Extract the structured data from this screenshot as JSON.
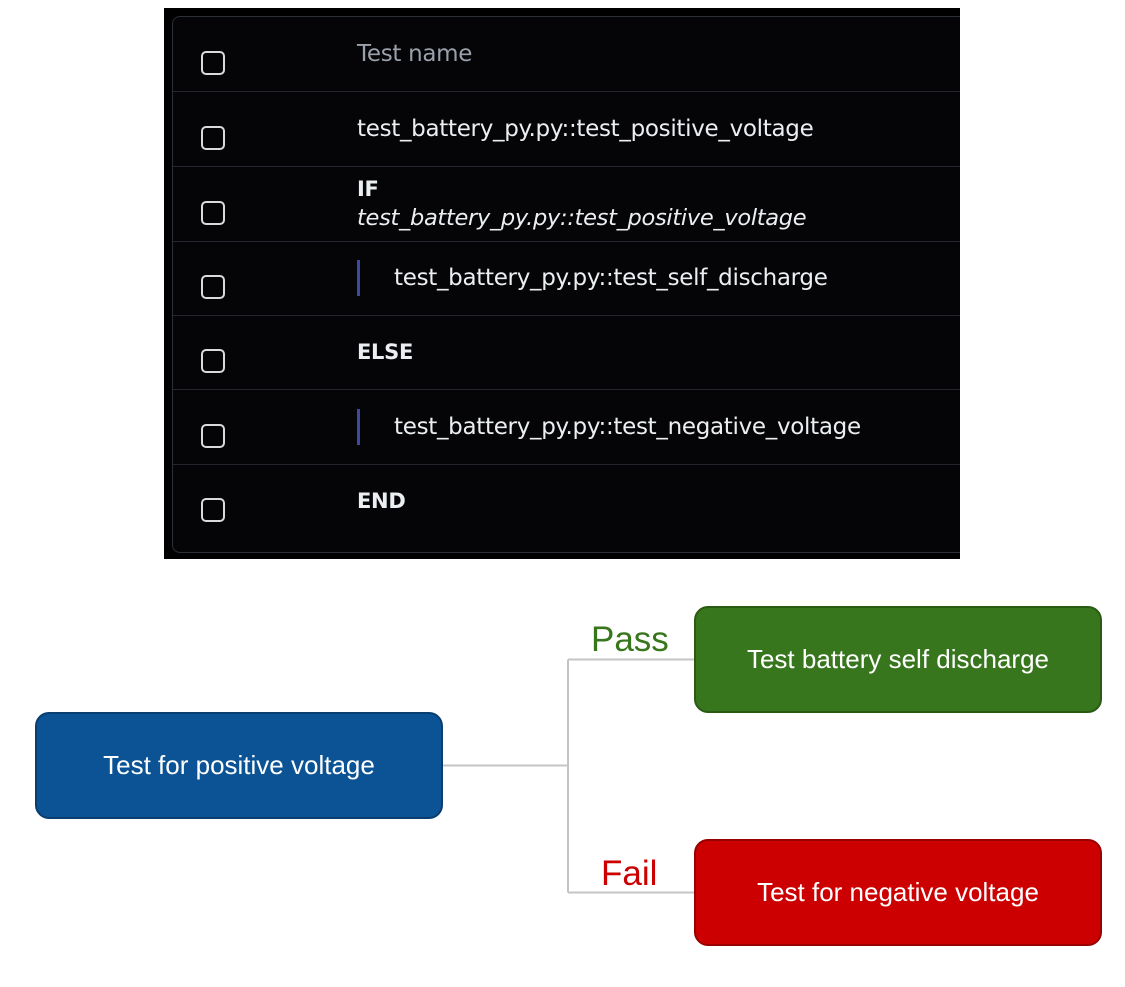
{
  "table": {
    "header": {
      "label": "Test name"
    },
    "rows": [
      {
        "kind": "test",
        "text": "test_battery_py.py::test_positive_voltage"
      },
      {
        "kind": "condition",
        "keyword": "IF",
        "condition": "test_battery_py.py::test_positive_voltage"
      },
      {
        "kind": "nested",
        "text": "test_battery_py.py::test_self_discharge"
      },
      {
        "kind": "keyword",
        "keyword": "ELSE"
      },
      {
        "kind": "nested",
        "text": "test_battery_py.py::test_negative_voltage"
      },
      {
        "kind": "keyword",
        "keyword": "END"
      }
    ]
  },
  "diagram": {
    "source": {
      "text": "Test for positive voltage",
      "color": "#0b5394"
    },
    "pass": {
      "label": "Pass",
      "label_color": "#38761d",
      "text": "Test battery self discharge",
      "color": "#38761d"
    },
    "fail": {
      "label": "Fail",
      "label_color": "#cc0000",
      "text": "Test for negative voltage",
      "color": "#cc0000"
    },
    "connector_color": "#c4c4c4"
  }
}
